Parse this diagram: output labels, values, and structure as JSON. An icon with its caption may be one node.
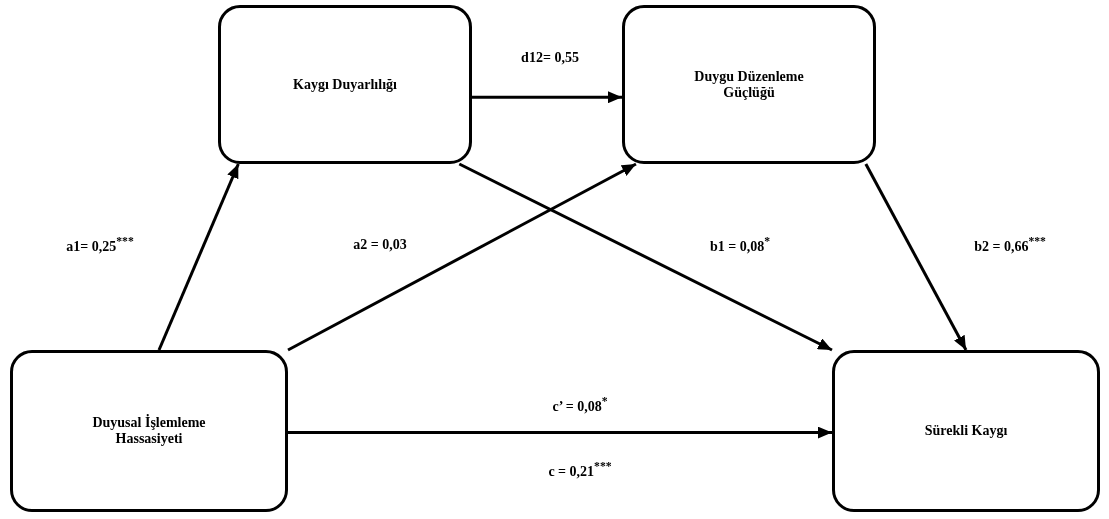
{
  "diagram": {
    "nodes": [
      {
        "text": [
          "Kaygı Duyarlılığı"
        ]
      },
      {
        "text": [
          "Duygu Düzenleme Güçlüğü"
        ]
      },
      {
        "text": [
          "Duyusal İşlemleme Hassasiyeti"
        ]
      },
      {
        "text": [
          "Sürekli Kaygı"
        ]
      }
    ],
    "edges": [
      {
        "from": 2,
        "to": 0,
        "arrow": "to",
        "label": "a1= 0,25$^{***}$"
      },
      {
        "from": 2,
        "to": 1,
        "arrow": "to",
        "label": "a2 = 0,03"
      },
      {
        "from": 0,
        "to": 1,
        "arrow": "to",
        "label": "d12= 0,55"
      },
      {
        "from": 0,
        "to": 3,
        "arrow": "to",
        "label": "b1 = 0,08$^{*}$"
      },
      {
        "from": 1,
        "to": 3,
        "arrow": "to",
        "label": "b2 = 0,66$^{***}$"
      },
      {
        "from": 2,
        "to": 3,
        "arrow": "to",
        "label": "c’ = 0,08$^{*}$"
      }
    ],
    "labels": [
      "c = 0,21$^{***}$"
    ]
  }
}
